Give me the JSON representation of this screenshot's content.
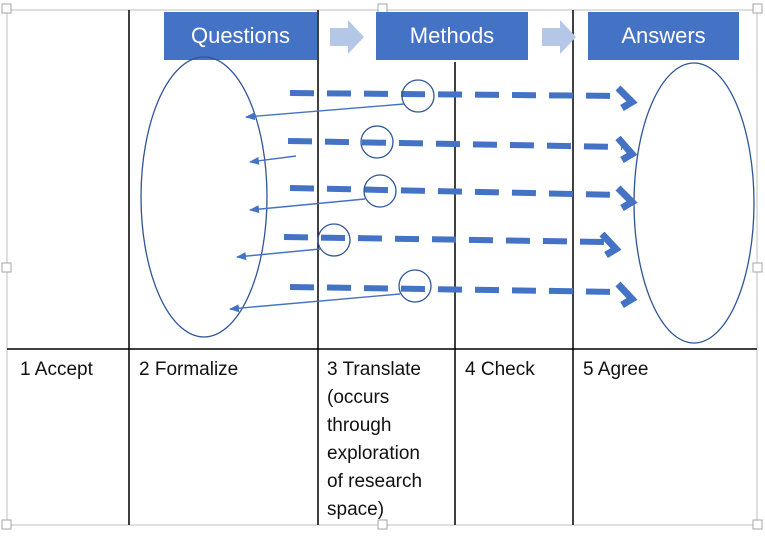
{
  "header_boxes": [
    "Questions",
    "Methods",
    "Answers"
  ],
  "steps": [
    {
      "lines": [
        "1 Accept"
      ]
    },
    {
      "lines": [
        "2 Formalize"
      ]
    },
    {
      "lines": [
        "3 Translate",
        "(occurs",
        "through",
        "exploration",
        "of research",
        "space)"
      ]
    },
    {
      "lines": [
        "4 Check"
      ]
    },
    {
      "lines": [
        "5 Agree"
      ]
    }
  ],
  "colors": {
    "box_fill": "#4472c4",
    "process_arrow": "#b4c7e7",
    "dashed_arrow": "#4472c4",
    "outline": "#2f5597",
    "grid": "#000000",
    "border": "#bfbfbf"
  }
}
